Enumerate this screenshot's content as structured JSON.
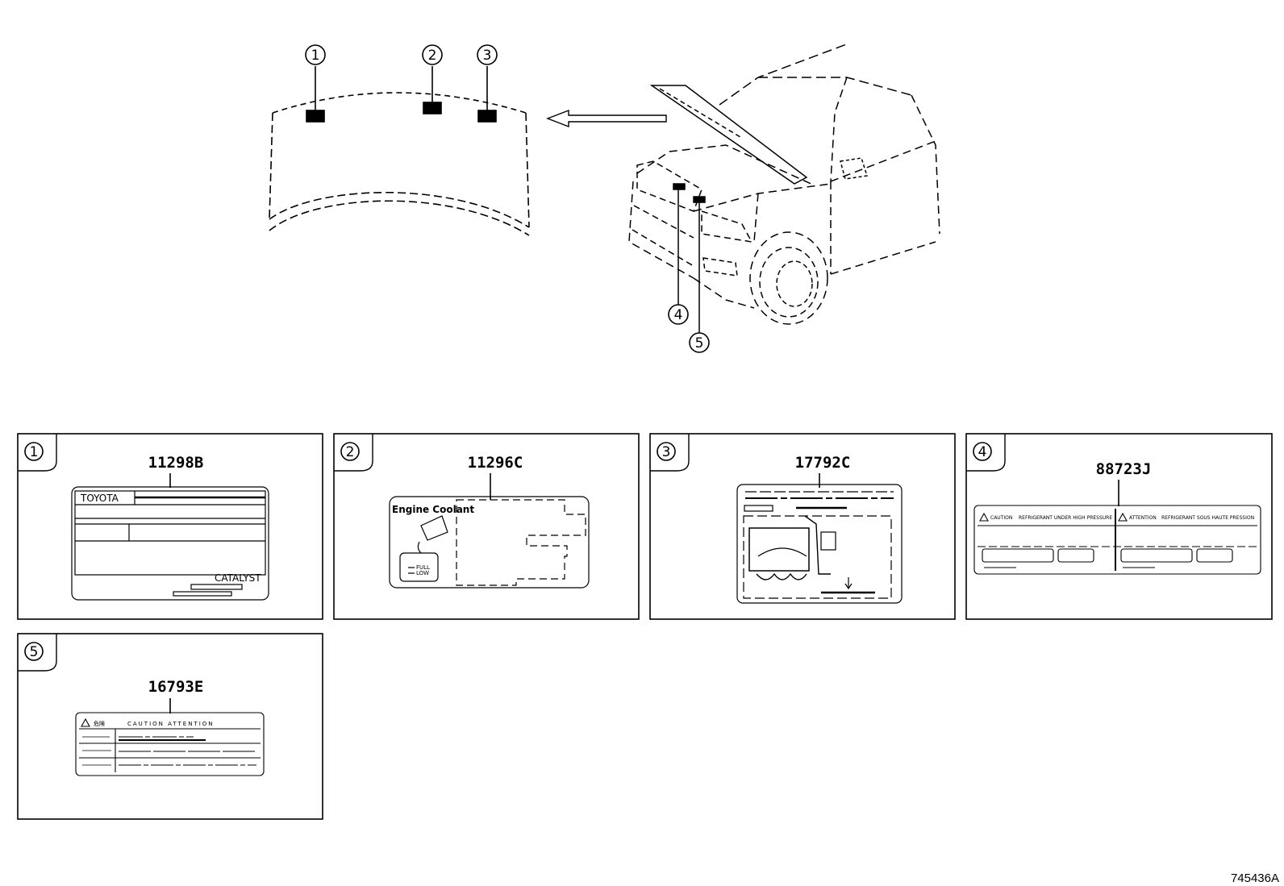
{
  "callouts": [
    "1",
    "2",
    "3",
    "4",
    "5"
  ],
  "panels": [
    {
      "number": "1",
      "part_number": "11298B",
      "label_texts": [
        "TOYOTA",
        "CATALYST"
      ]
    },
    {
      "number": "2",
      "part_number": "11296C",
      "label_texts": [
        "Engine Coolant",
        "FULL",
        "LOW"
      ]
    },
    {
      "number": "3",
      "part_number": "17792C",
      "label_texts": []
    },
    {
      "number": "4",
      "part_number": "88723J",
      "label_texts": [
        "CAUTION",
        "REFRIGERANT UNDER HIGH PRESSURE",
        "ATTENTION",
        "REFRIGERANT SOUS HAUTE PRESSION"
      ]
    },
    {
      "number": "5",
      "part_number": "16793E",
      "label_texts": [
        "危険",
        "CAUTION ATTENTION"
      ]
    }
  ],
  "diagram_ref": "745436A"
}
